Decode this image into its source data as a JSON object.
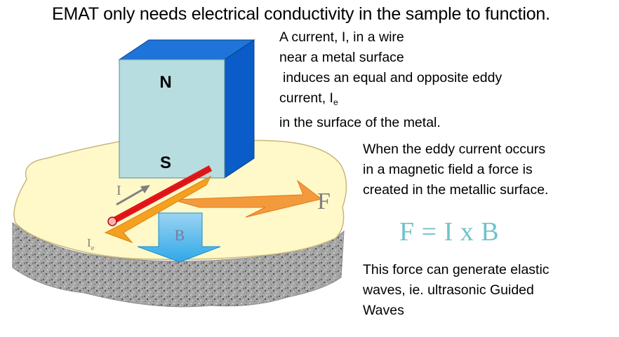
{
  "title": "EMAT only needs electrical conductivity in the sample to function.",
  "paragraph1": {
    "line1": "A current, I, in a wire",
    "line2": "near a metal surface",
    "line3": "induces an equal and opposite eddy",
    "line4_prefix": "current,  I",
    "line4_sub": "e",
    "line5": "in the surface of the metal."
  },
  "paragraph2": {
    "line1": "When the eddy current occurs",
    "line2": "in a magnetic field a force is",
    "line3": "created in the metallic surface."
  },
  "formula": "F = I x B",
  "paragraph3": {
    "line1": "This force can generate elastic",
    "line2": "waves, ie. ultrasonic Guided",
    "line3": "Waves"
  },
  "diagram": {
    "magnet_north": "N",
    "magnet_south": "S",
    "current_label": "I",
    "eddy_label": "I",
    "eddy_label_sub": "e",
    "field_label": "B",
    "force_label": "F",
    "colors": {
      "magnet_front": "#b7dde0",
      "magnet_side": "#0a5cc8",
      "magnet_top": "#1e74d8",
      "sample_top": "#fff8c8",
      "wire": "#e4161a",
      "eddy_current": "#f5a020",
      "force_arrow": "#f39a3c",
      "field_arrow": "#3fb6ee",
      "formula": "#6fc3c9"
    }
  }
}
